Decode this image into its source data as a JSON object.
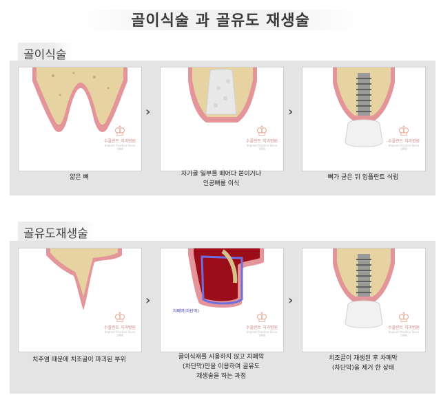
{
  "page": {
    "title": "골이식술 과 골유도 재생술"
  },
  "section1": {
    "label": "골이식술",
    "captions": [
      "얇은 뼈",
      "자가골 일부를 떼어다 붙이거나\n인공뼈를 이식",
      "뼈가 굳은 뒤 임플란트 식립"
    ]
  },
  "section2": {
    "label": "골유도재생술",
    "captions": [
      "치주염 때문에 치조골이 파괴된 부위",
      "골이식재를 사용하지 않고 차폐막\n(차단막)만을 이용하여 골유도\n재생술을 하는 과정",
      "치조골이 재생된 후 차폐막\n(차단막)을 제거 한 상태"
    ],
    "membrane_label": "차폐막(차단막)"
  },
  "logo": {
    "text": "수플란트 치과병원",
    "sub": "Implant Practice Since 1996"
  },
  "arrow_symbol": "›",
  "colors": {
    "bone": "#e7d3a2",
    "gum": "#e4959a",
    "membrane": "#6d6de0",
    "graft": "#9c0d1a"
  }
}
